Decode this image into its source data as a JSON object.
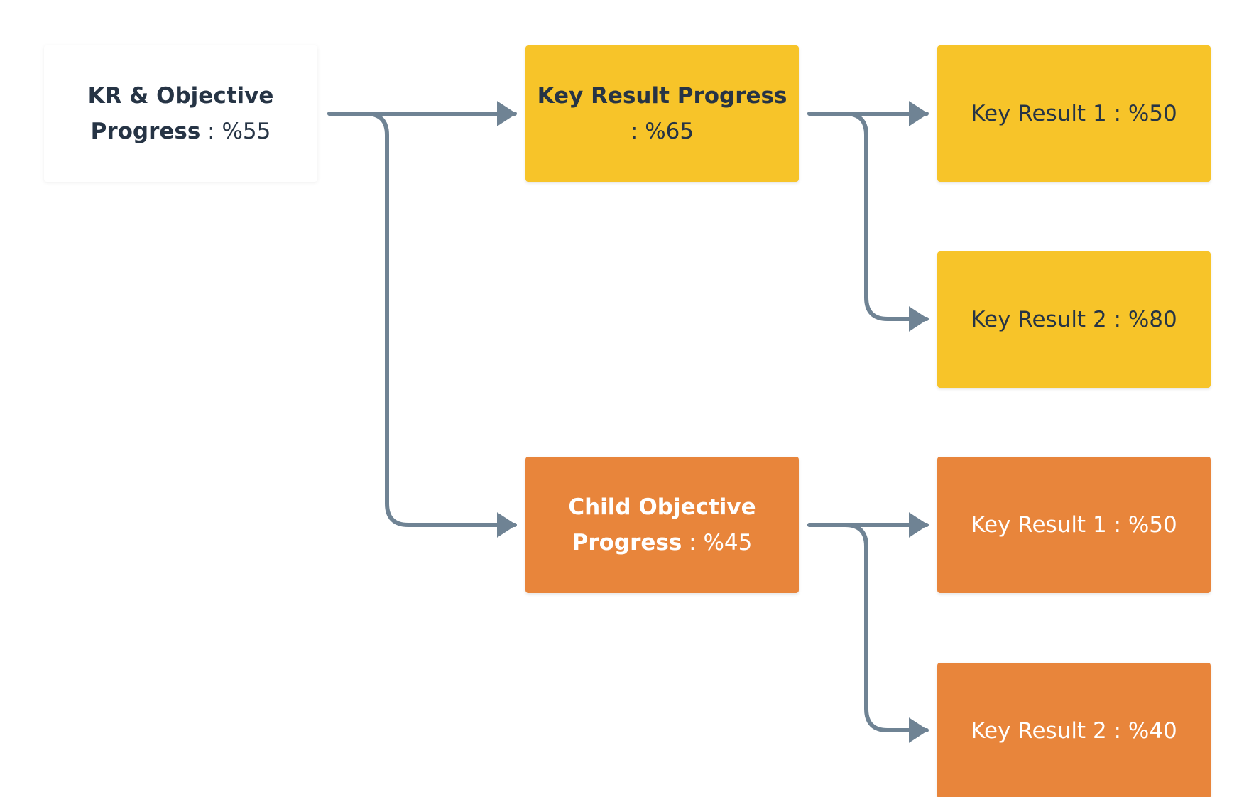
{
  "colors": {
    "connector": "#6f8394",
    "yellow": "#f7c429",
    "orange": "#e8853b",
    "dark_text": "#263445",
    "white_text": "#ffffff"
  },
  "root": {
    "line1_bold": "KR & Objective",
    "line2_bold": "Progress",
    "line2_value": " : %55"
  },
  "key_result_progress": {
    "line1_bold": "Key Result Progress",
    "line2_value": ": %65"
  },
  "child_objective": {
    "line1_bold": "Child Objective",
    "line2_bold": "Progress",
    "line2_value": " : %45"
  },
  "yellow_leaves": [
    {
      "label": "Key Result 1 : %50"
    },
    {
      "label": "Key Result 2 : %80"
    }
  ],
  "orange_leaves": [
    {
      "label": "Key Result 1 : %50"
    },
    {
      "label": "Key Result 2 : %40"
    }
  ]
}
